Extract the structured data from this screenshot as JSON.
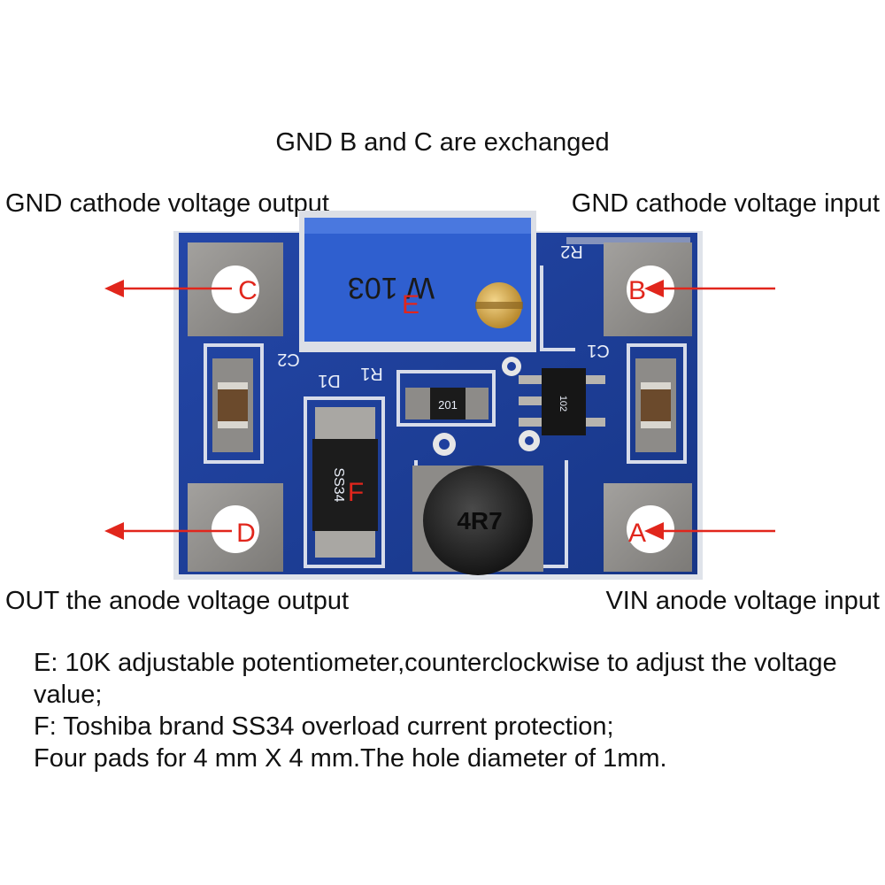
{
  "title": "GND B and C are exchanged",
  "labels": {
    "top_left": "GND cathode voltage output",
    "top_right": "GND cathode voltage input",
    "bottom_left": "OUT the anode voltage output",
    "bottom_right": "VIN anode voltage input"
  },
  "pad_letters": {
    "a": "A",
    "b": "B",
    "c": "C",
    "d": "D",
    "e": "E",
    "f": "F"
  },
  "board_markings": {
    "pot": "W 103",
    "r2": "R2",
    "c1": "C1",
    "c2": "C2",
    "r1": "R1",
    "d1": "D1",
    "resistor_code": "201",
    "diode": "SS34",
    "inductor": "4R7",
    "ic_code": "102"
  },
  "notes": [
    "E: 10K adjustable potentiometer,counterclockwise to adjust the voltage value;",
    "F: Toshiba brand SS34 overload current protection;",
    "Four pads for 4 mm X 4 mm.The hole diameter of 1mm."
  ],
  "colors": {
    "pcb": "#1f3f9e",
    "pad": "#8f8d8a",
    "arrow": "#e1261c",
    "pot": "#2f5fcf"
  }
}
